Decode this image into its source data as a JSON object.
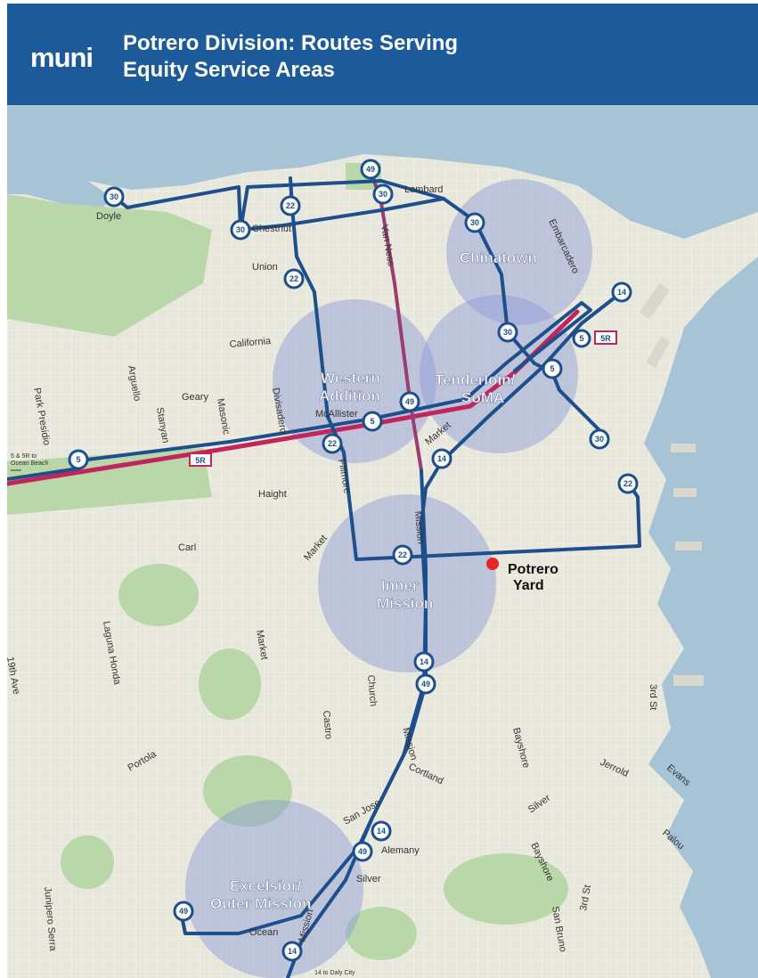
{
  "header": {
    "logo": "muni",
    "title_line1": "Potrero Division: Routes Serving",
    "title_line2": "Equity Service Areas"
  },
  "colors": {
    "header_bg": "#1d5a99",
    "route_blue": "#1d4f8c",
    "rapid_red": "#c2255c",
    "area_fill": "#8a9ad6",
    "water": "#a7c3d6",
    "park": "#b9d7a8",
    "yard_dot": "#e5262b"
  },
  "service_areas": [
    {
      "id": "chinatown",
      "label": "Chinatown"
    },
    {
      "id": "tenderloin",
      "label_line1": "Tenderloin/",
      "label_line2": "SoMA"
    },
    {
      "id": "western",
      "label_line1": "Western",
      "label_line2": "Addition"
    },
    {
      "id": "inner-mission",
      "label_line1": "Inner",
      "label_line2": "Mission"
    },
    {
      "id": "excelsior",
      "label_line1": "Excelsior/",
      "label_line2": "Outer Mission"
    }
  ],
  "potrero_yard": {
    "line1": "Potrero",
    "line2": "Yard"
  },
  "route_badges": [
    "30",
    "30",
    "30",
    "30",
    "30",
    "30",
    "49",
    "49",
    "49",
    "22",
    "22",
    "22",
    "22",
    "22",
    "14",
    "14",
    "14",
    "14",
    "5",
    "5",
    "5",
    "5R",
    "5R"
  ],
  "streets": {
    "doyle": "Doyle",
    "chestnut": "Chestnut",
    "union": "Union",
    "lombard": "Lombard",
    "van_ness": "Van Ness",
    "embarcadero": "Embarcadero",
    "california": "California",
    "arguello": "Arguello",
    "geary": "Geary",
    "masonic": "Masonic",
    "stanyan": "Stanyan",
    "divisadero": "Divisadero",
    "mcallister": "McAllister",
    "park_presidio": "Park Presidio",
    "market": "Market",
    "fillmore": "Fillmore",
    "haight": "Haight",
    "carl": "Carl",
    "market2": "Market",
    "mission": "Mission",
    "laguna_honda": "Laguna Honda",
    "market3": "Market",
    "nineteenth_ave": "19th Ave",
    "church": "Church",
    "castro": "Castro",
    "mission2": "Mission",
    "cortland": "Cortland",
    "bayshore": "Bayshore",
    "jerrold": "Jerrold",
    "evans": "Evans",
    "third_st": "3rd St",
    "portola": "Portola",
    "san_jose": "San Jose",
    "alemany": "Alemany",
    "silver": "Silver",
    "silver2": "Silver",
    "bayshore2": "Bayshore",
    "palou": "Palou",
    "junipero_serra": "Junipero Serra",
    "ocean": "Ocean",
    "mission3": "Mission",
    "san_bruno": "San Bruno",
    "third_st2": "3rd St"
  },
  "notes": {
    "ocean_beach": "5 & 5R to",
    "ocean_beach2": "Ocean Beach",
    "daly_city": "14 to Daly City"
  }
}
